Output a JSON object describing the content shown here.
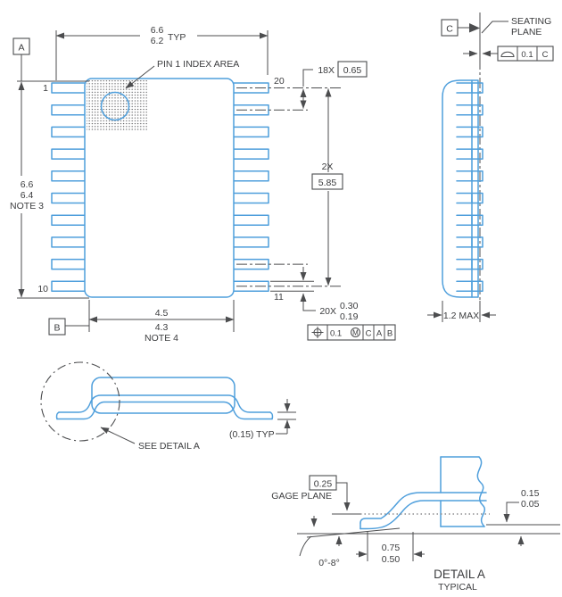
{
  "colors": {
    "outline_blue": "#4f9fdc",
    "dim_gray": "#4c4d4f",
    "text_dark": "#3b3c3e"
  },
  "plan": {
    "datum_a": "A",
    "datum_b": "B",
    "pin1": "1",
    "pin10": "10",
    "pin11": "11",
    "pin20": "20",
    "index_label": "PIN 1 INDEX AREA",
    "dim_top": {
      "max": "6.6",
      "min": "6.2",
      "suffix": "TYP"
    },
    "dim_height": {
      "max": "6.6",
      "min": "6.4",
      "note": "NOTE 3"
    },
    "dim_body": {
      "max": "4.5",
      "min": "4.3",
      "note": "NOTE 4"
    },
    "pitch": {
      "count": "18X",
      "value": "0.65"
    },
    "span": {
      "count": "2X",
      "value": "5.85"
    },
    "lead_width": {
      "count": "20X",
      "max": "0.30",
      "min": "0.19"
    },
    "fcf": {
      "tolerance": "0.1",
      "modifier": "M",
      "datum1": "C",
      "datum2": "A",
      "datum3": "B"
    }
  },
  "side": {
    "datum_c": "C",
    "seating_line1": "SEATING",
    "seating_line2": "PLANE",
    "fcf": {
      "tolerance": "0.1",
      "datum": "C"
    },
    "thickness": "1.2 MAX"
  },
  "front": {
    "see_detail": "SEE DETAIL  A",
    "thickness": "(0.15) TYP"
  },
  "detail": {
    "gage_offset": "0.25",
    "gage_label": "GAGE PLANE",
    "standoff_max": "0.15",
    "standoff_min": "0.05",
    "foot_max": "0.75",
    "foot_min": "0.50",
    "angle": "0°-8°",
    "title": "DETAIL A",
    "subtitle": "TYPICAL"
  }
}
